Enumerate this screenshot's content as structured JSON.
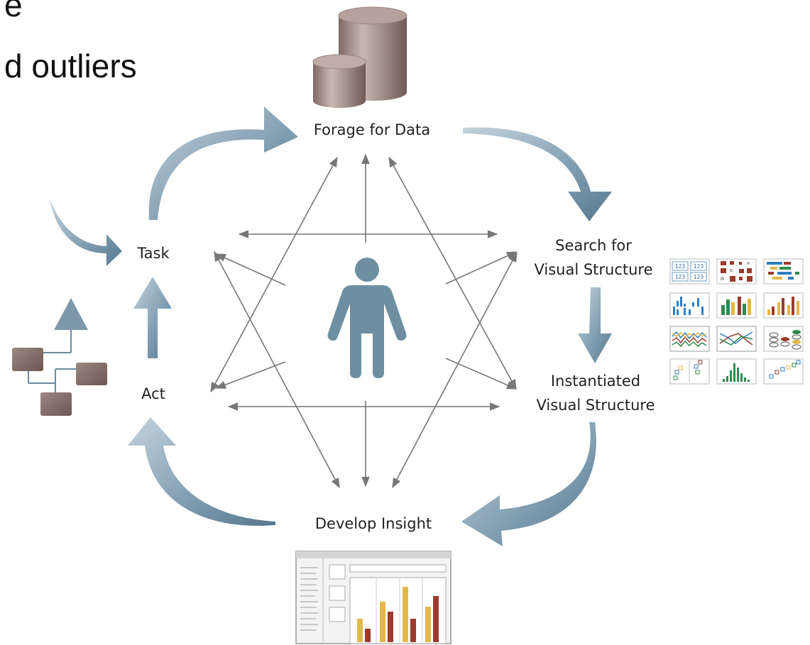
{
  "slide": {
    "bullet_line1_fragment": "e",
    "bullet_line2_fragment": "d outliers"
  },
  "diagram": {
    "nodes": {
      "forage": "Forage for Data",
      "search_line1": "Search for",
      "search_line2": "Visual Structure",
      "instantiated_line1": "Instantiated",
      "instantiated_line2": "Visual Structure",
      "develop": "Develop Insight",
      "act": "Act",
      "task": "Task"
    },
    "thumbnail_123": "123",
    "colors": {
      "arrow_fill": "#7b99ad",
      "arrow_fill_light": "#b8cad6",
      "thin_arrow": "#777777",
      "person": "#6e8fa2",
      "cylinder": "#a38f89",
      "box": "#8a716c",
      "chart_red": "#9a3b2e",
      "chart_yellow": "#e2b84c",
      "chart_blue": "#2e7fc0",
      "chart_green": "#2e8b4e"
    },
    "icons": [
      "database-cylinders-icon",
      "person-icon",
      "network-boxes-icon",
      "visualization-thumbnails-icon",
      "dashboard-icon"
    ]
  }
}
